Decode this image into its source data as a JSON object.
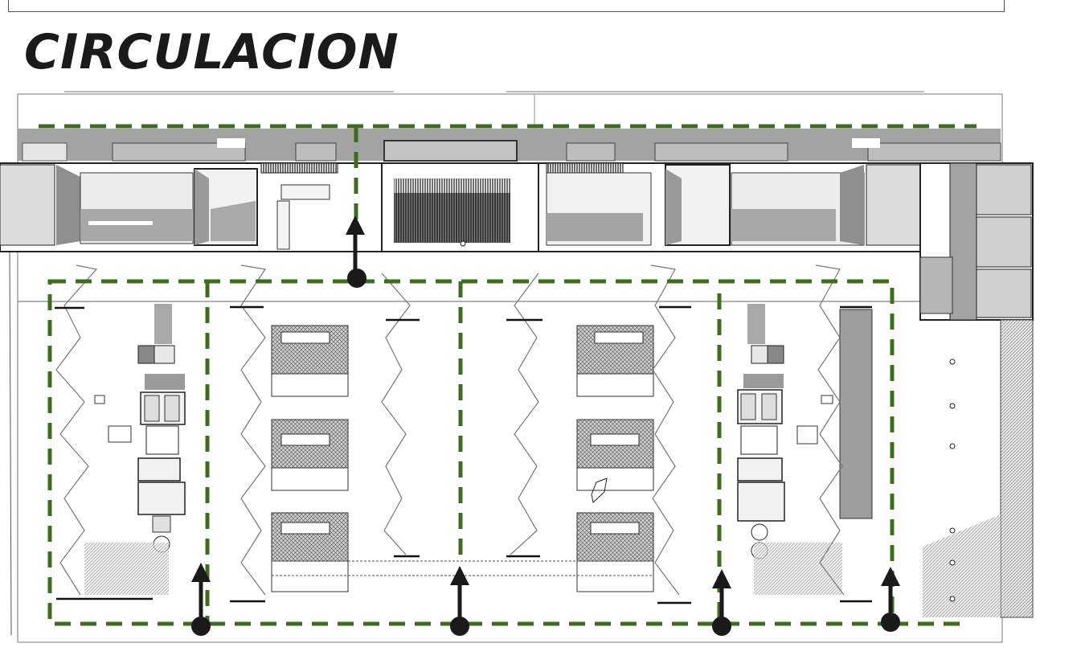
{
  "page": {
    "title": "CIRCULACION"
  },
  "colors": {
    "circulation_path": "#3f6b22",
    "arrow": "#1a1a1a",
    "wall": "#222222",
    "shadow": "#9a9a9a",
    "light_fill": "#f4f4f4"
  },
  "legend_semantics": {
    "dashed_green_line": "circulation-route",
    "arrow_with_dot": "access-point"
  },
  "access_points": [
    {
      "id": "top-center"
    },
    {
      "id": "bottom-left"
    },
    {
      "id": "bottom-center"
    },
    {
      "id": "bottom-right-center"
    },
    {
      "id": "bottom-right"
    }
  ]
}
